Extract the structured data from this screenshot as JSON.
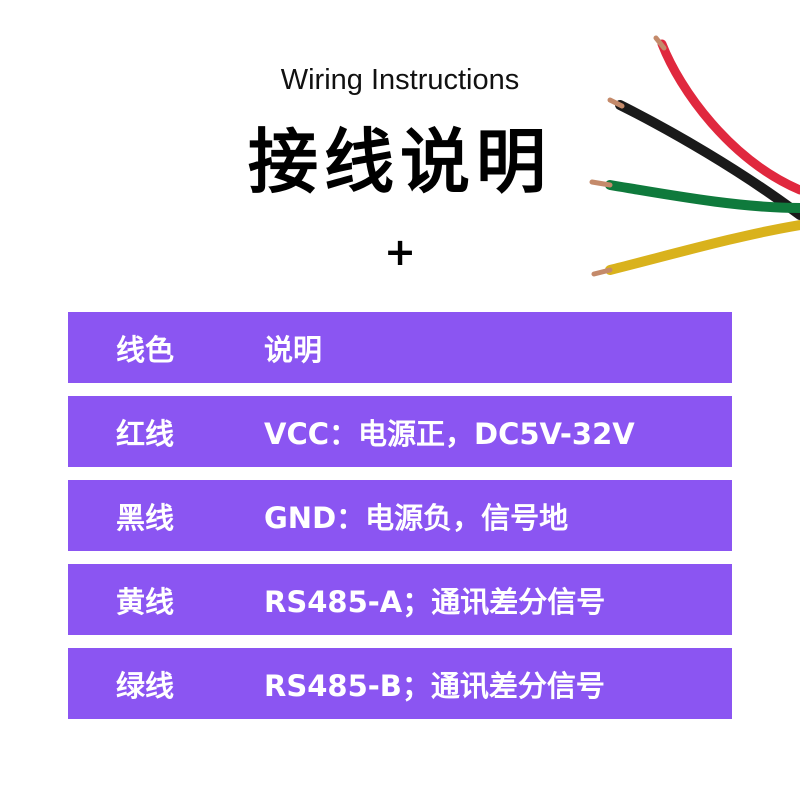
{
  "header": {
    "subtitle": "Wiring Instructions",
    "title": "接线说明",
    "plus": "+"
  },
  "table": {
    "row_color": "#8b55f2",
    "header": {
      "col1": "线色",
      "col2": "说明"
    },
    "rows": [
      {
        "col1": "红线",
        "col2": "VCC：电源正，DC5V-32V"
      },
      {
        "col1": "黑线",
        "col2": "GND：电源负，信号地"
      },
      {
        "col1": "黄线",
        "col2": "RS485-A；通讯差分信号"
      },
      {
        "col1": "绿线",
        "col2": "RS485-B；通讯差分信号"
      }
    ]
  },
  "wires": {
    "colors": [
      "#e0283e",
      "#1a1a1a",
      "#0f7a3c",
      "#d9b21c"
    ],
    "copper": "#c48a6a"
  }
}
